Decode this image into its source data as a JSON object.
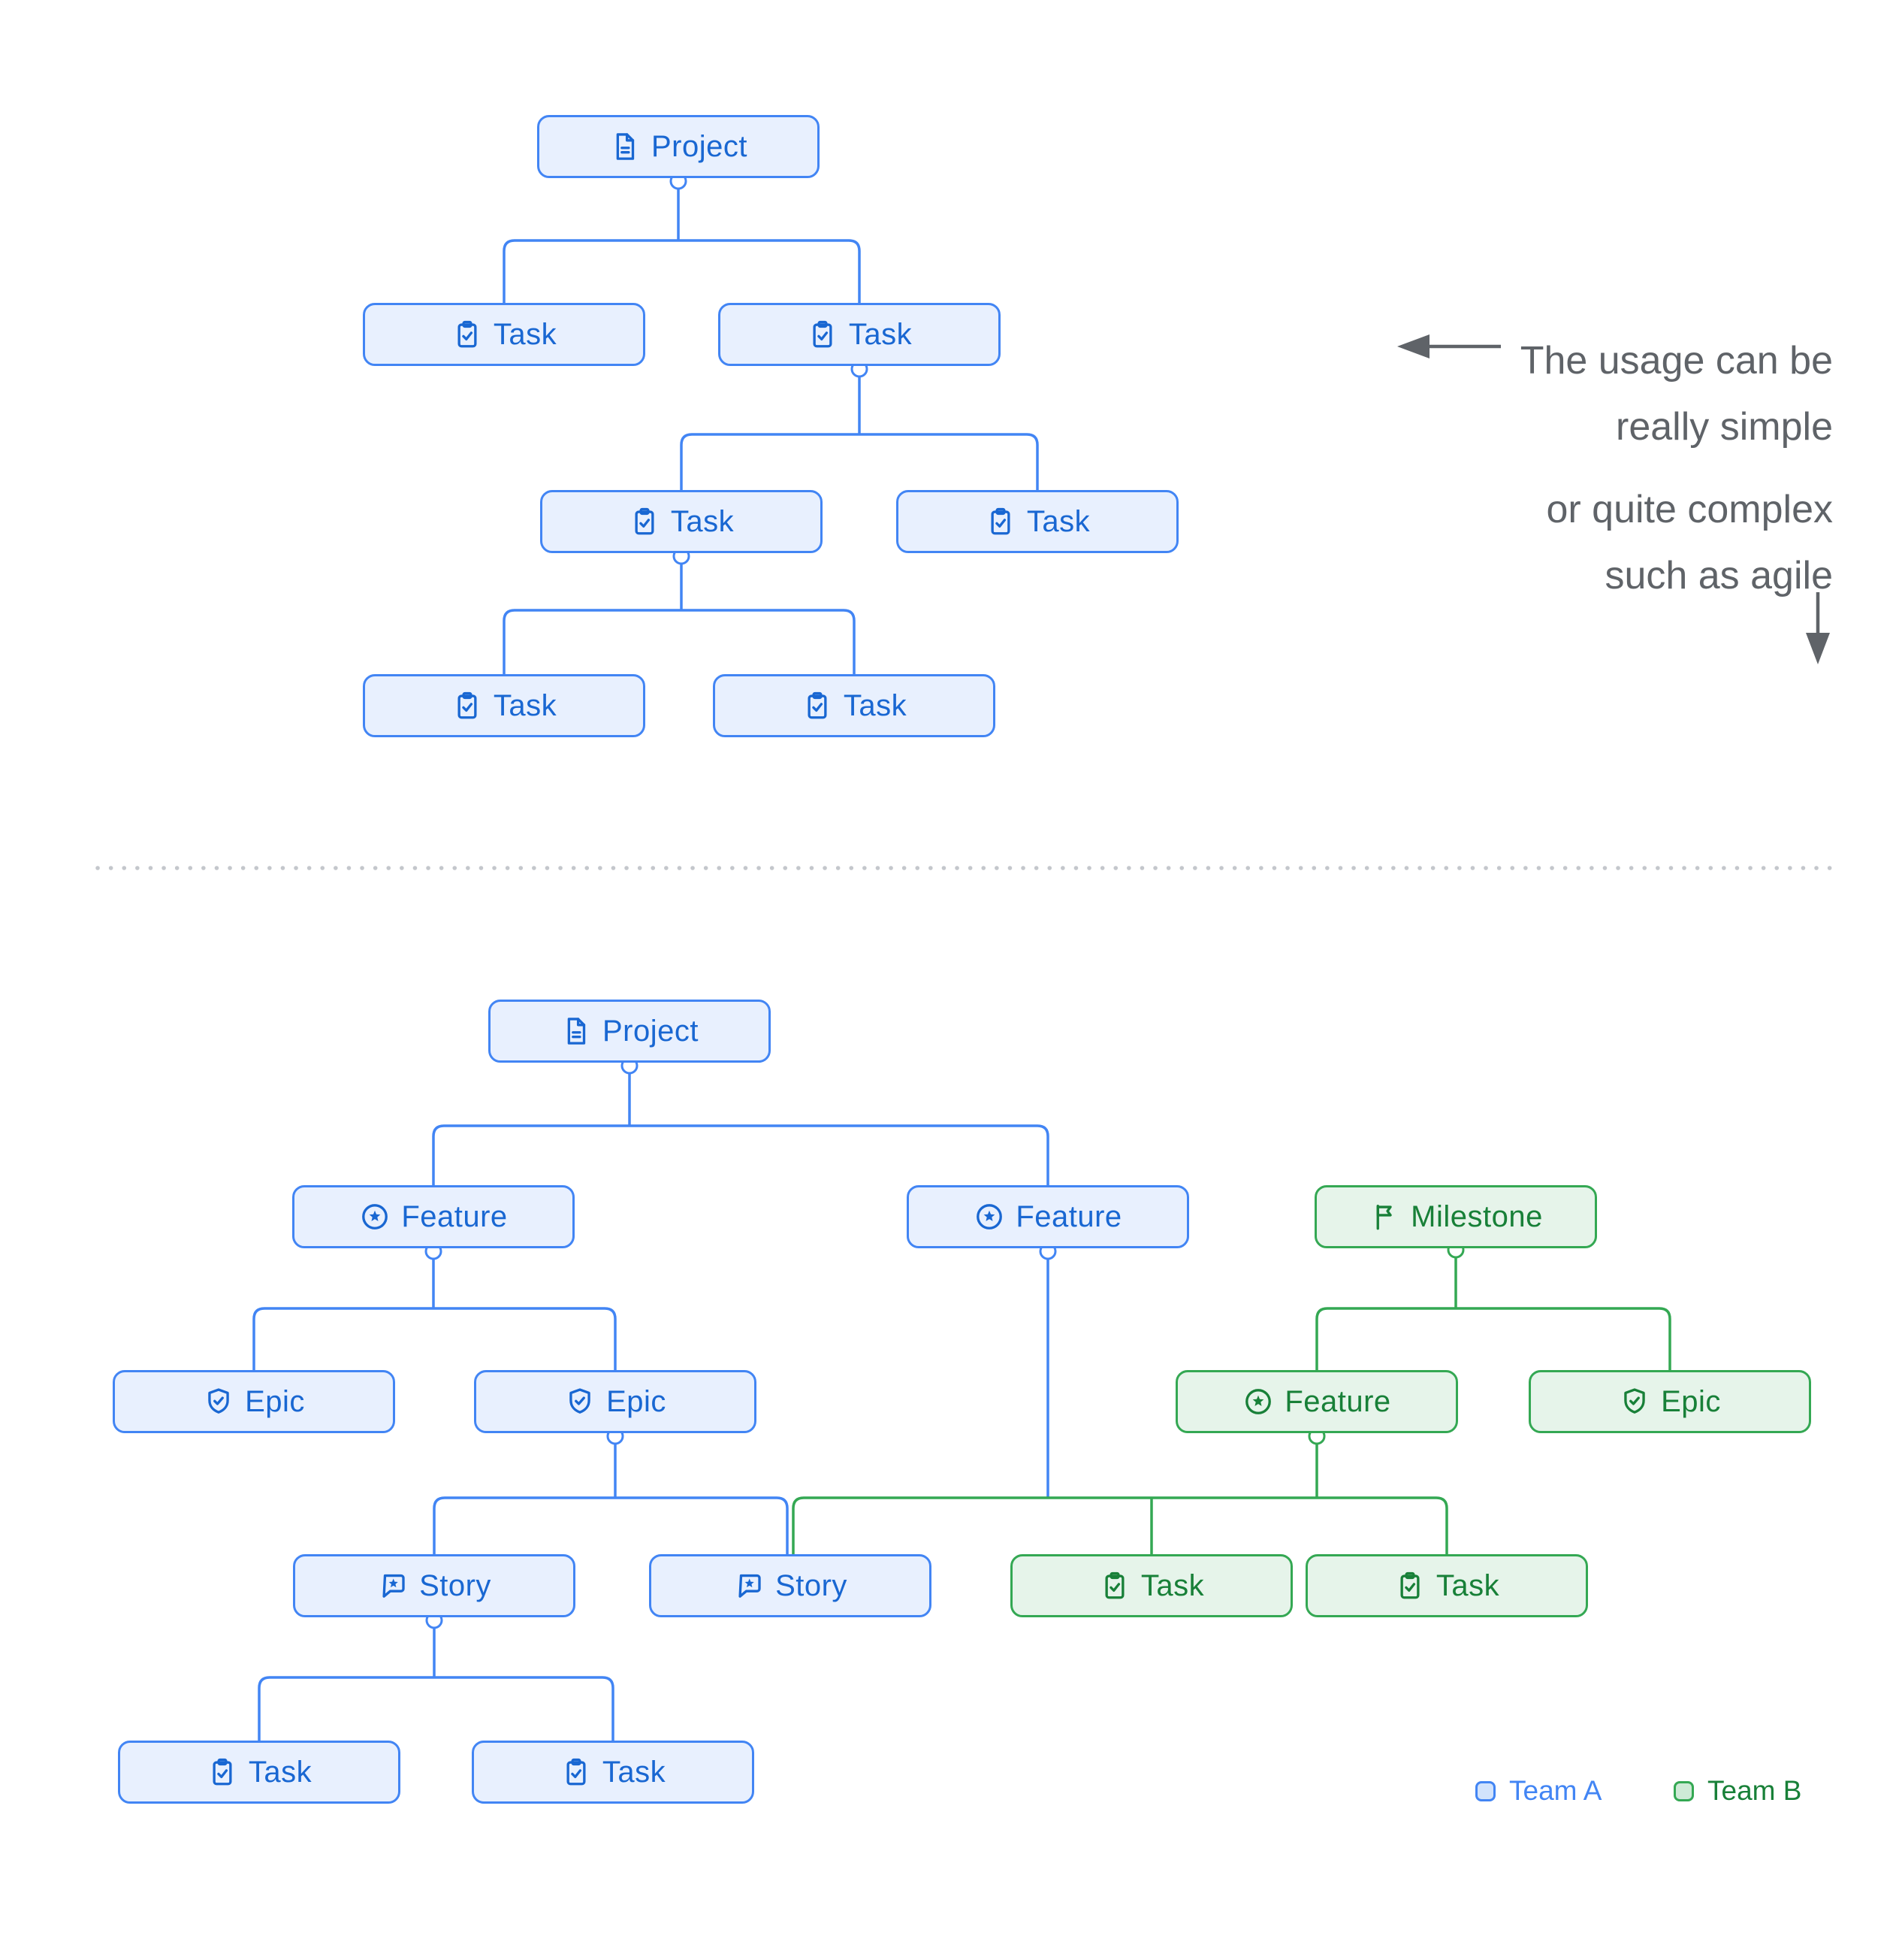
{
  "colors": {
    "team_a_accent": "#4285F4",
    "team_a_fill": "#E8F0FE",
    "team_a_text": "#1967D2",
    "team_b_accent": "#34A853",
    "team_b_fill": "#E6F4EA",
    "team_b_text": "#188038",
    "annotation_gray": "#5F6368",
    "divider_dots": "#C4C7CC"
  },
  "annotation": {
    "simple_line1": "The usage can be",
    "simple_line2": "really simple",
    "complex_line1": "or quite complex",
    "complex_line2": "such as agile"
  },
  "legend": {
    "team_a": "Team A",
    "team_b": "Team B"
  },
  "simple_tree": {
    "nodes": [
      {
        "label": "Project",
        "type": "project",
        "team": "A"
      },
      {
        "label": "Task",
        "type": "task",
        "team": "A"
      },
      {
        "label": "Task",
        "type": "task",
        "team": "A"
      },
      {
        "label": "Task",
        "type": "task",
        "team": "A"
      },
      {
        "label": "Task",
        "type": "task",
        "team": "A"
      },
      {
        "label": "Task",
        "type": "task",
        "team": "A"
      },
      {
        "label": "Task",
        "type": "task",
        "team": "A"
      }
    ]
  },
  "complex_tree": {
    "nodes": [
      {
        "label": "Project",
        "type": "project",
        "team": "A"
      },
      {
        "label": "Feature",
        "type": "feature",
        "team": "A"
      },
      {
        "label": "Feature",
        "type": "feature",
        "team": "A"
      },
      {
        "label": "Milestone",
        "type": "milestone",
        "team": "B"
      },
      {
        "label": "Epic",
        "type": "epic",
        "team": "A"
      },
      {
        "label": "Epic",
        "type": "epic",
        "team": "A"
      },
      {
        "label": "Feature",
        "type": "feature",
        "team": "B"
      },
      {
        "label": "Epic",
        "type": "epic",
        "team": "B"
      },
      {
        "label": "Story",
        "type": "story",
        "team": "A"
      },
      {
        "label": "Story",
        "type": "story",
        "team": "A"
      },
      {
        "label": "Task",
        "type": "task",
        "team": "B"
      },
      {
        "label": "Task",
        "type": "task",
        "team": "B"
      },
      {
        "label": "Task",
        "type": "task",
        "team": "A"
      },
      {
        "label": "Task",
        "type": "task",
        "team": "A"
      }
    ]
  }
}
